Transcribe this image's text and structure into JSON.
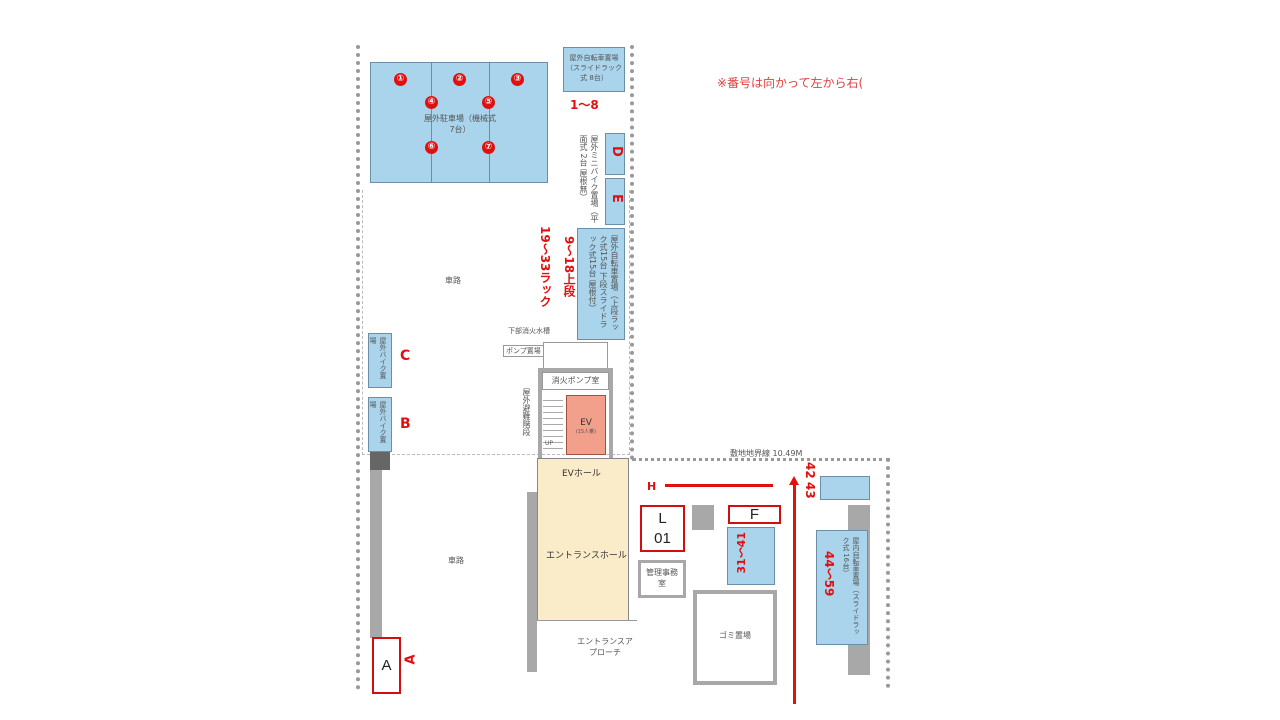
{
  "note": "※番号は向かって左から右(",
  "parking": {
    "label": "屋外駐車場（機械式 7台）",
    "numbers": [
      "①",
      "②",
      "③",
      "④",
      "⑤",
      "⑥",
      "⑦"
    ]
  },
  "bike_top": {
    "label": "屋外自転車置場（スライドラック式 8台）",
    "range": "1～8"
  },
  "mini_bike": {
    "label": "屋外ミニバイク置場（平面式 2台 屋根無）",
    "D": "D",
    "E": "E"
  },
  "bike_mid": {
    "label": "屋外自転車置場（上段ラック式15台 下段スライドラック式15台 屋根付）",
    "range1": "9～18上段",
    "range2": "19～33ラック"
  },
  "roadway": "車路",
  "side_bikes": {
    "C": "C",
    "B": "B",
    "label": "屋外バイク置場"
  },
  "core": {
    "pump": "ポンプ置場",
    "fire_pump": "消火ポンプ室",
    "outdoor_stairs": "屋外避難階段",
    "ev": "EV",
    "ev_sub": "(15人乗)",
    "up": "UP",
    "ev_hall": "EVホール",
    "entrance_hall": "エントランスホール",
    "office": "管理事務室",
    "approach": "エントランスアプローチ",
    "garbage": "ゴミ置場",
    "lower_tank": "下部消火水槽"
  },
  "boundary": "敷地地界線 10.49M",
  "markers": {
    "H": "H",
    "n42": "42",
    "n43": "43",
    "r31": "31～41",
    "r44": "44～59",
    "L01_line1": "L",
    "L01_line2": "01",
    "F": "F",
    "A": "A"
  },
  "right_bike": "屋内自転車置場（スライドラック式 16台）"
}
